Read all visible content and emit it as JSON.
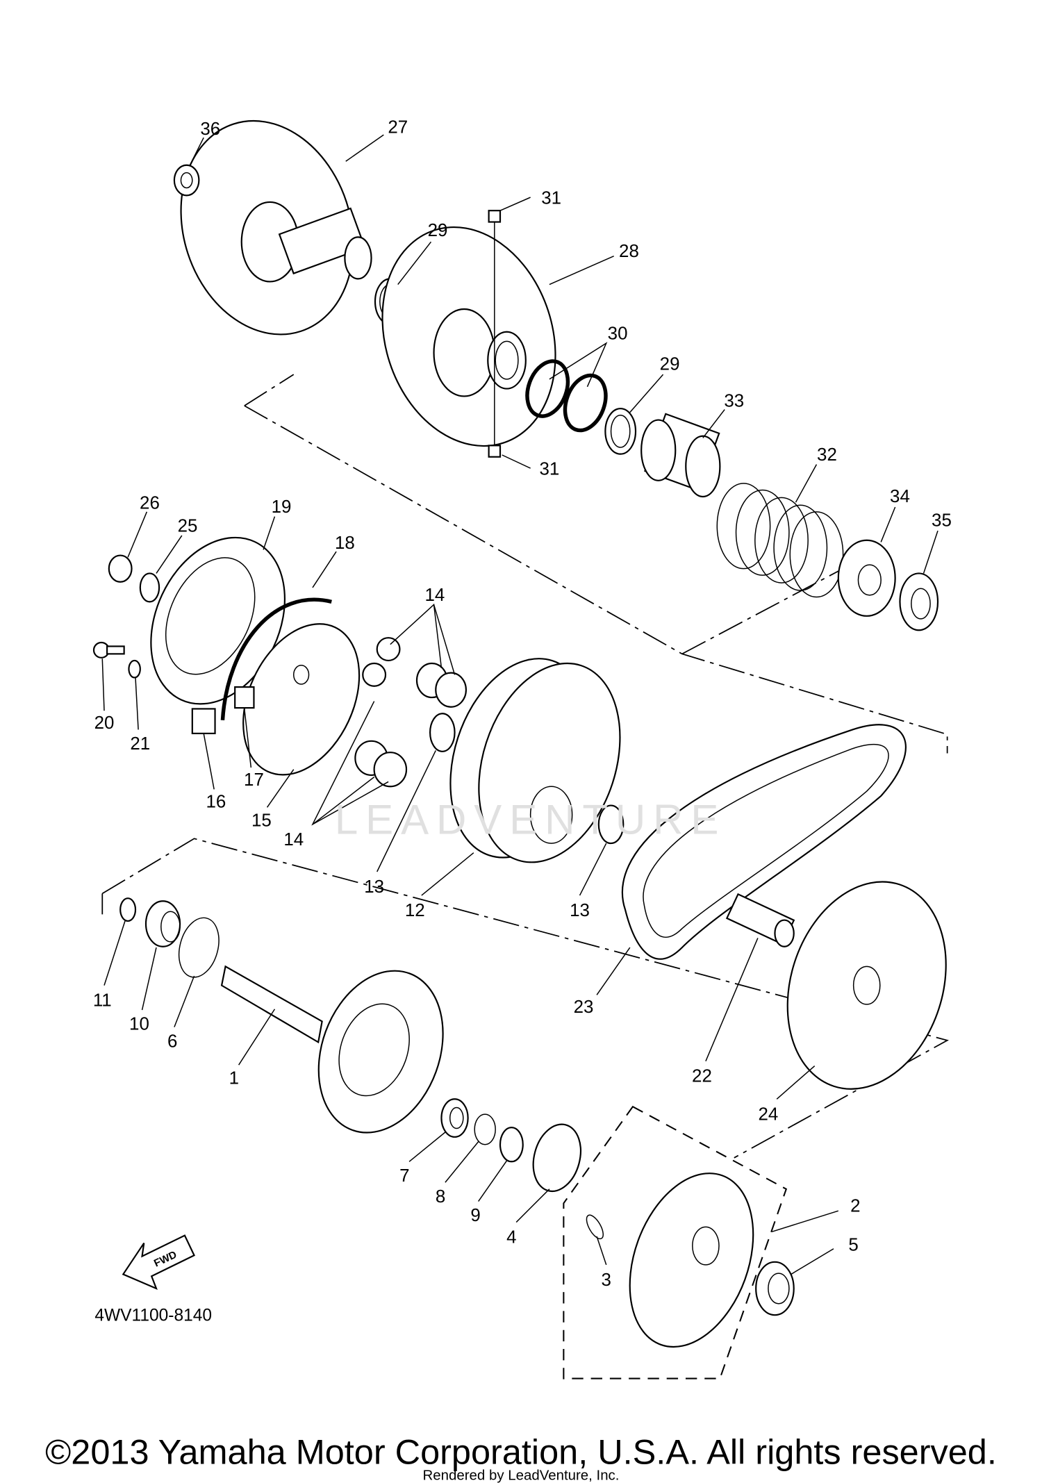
{
  "diagram": {
    "part_code": "4WV1100-8140",
    "fwd_label": "FWD",
    "watermark": "LEADVENTURE",
    "copyright": "©2013 Yamaha Motor Corporation, U.S.A. All rights reserved.",
    "rendered_by": "Rendered by LeadVenture, Inc.",
    "callouts": [
      "36",
      "27",
      "31",
      "29",
      "28",
      "30",
      "29",
      "33",
      "31",
      "32",
      "34",
      "35",
      "26",
      "25",
      "19",
      "18",
      "14",
      "20",
      "21",
      "17",
      "16",
      "15",
      "14",
      "13",
      "12",
      "13",
      "11",
      "10",
      "6",
      "1",
      "23",
      "22",
      "24",
      "7",
      "8",
      "9",
      "4",
      "2",
      "5",
      "3"
    ]
  }
}
